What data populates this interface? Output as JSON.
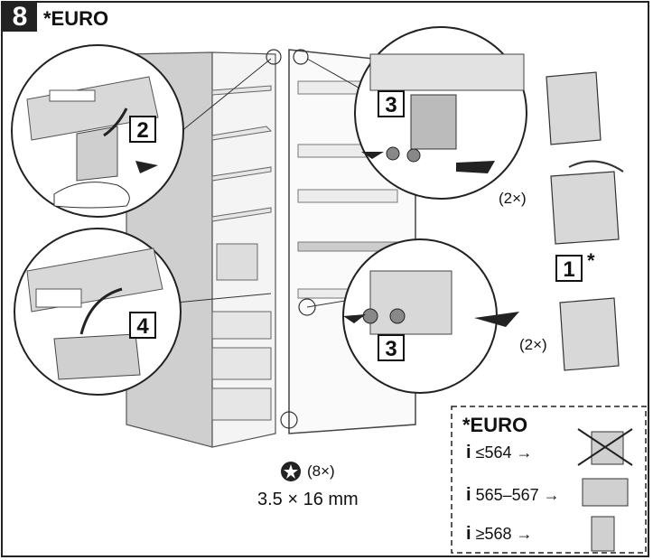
{
  "header": {
    "step_number": "8",
    "title": "*EURO"
  },
  "callouts": {
    "step2": "2",
    "step4": "4",
    "step3_top": "3",
    "step3_bottom": "3",
    "step1": "1",
    "step1_star": "*"
  },
  "counts": {
    "top": "(2×)",
    "bottom": "(2×)"
  },
  "screws": {
    "count": "(8×)",
    "size": "3.5 × 16 mm"
  },
  "euro_box": {
    "title": "*EURO",
    "rows": [
      {
        "i": "i",
        "text": "≤564 →"
      },
      {
        "i": "i",
        "text": "565–567 →"
      },
      {
        "i": "i",
        "text": "≥568 →"
      }
    ]
  }
}
